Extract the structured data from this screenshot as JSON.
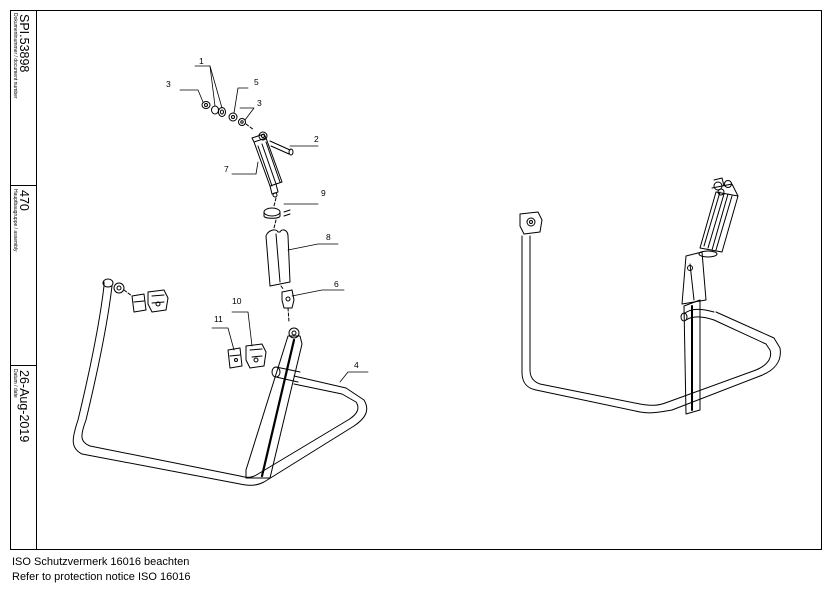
{
  "title_block": {
    "document_number_label": "Dokumentnummer / document number",
    "document_number": "SPI.53898",
    "assembly_label": "Hauptbaugruppe / assembly",
    "assembly": "470",
    "date_label": "Datum / date",
    "date": "26-Aug-2019"
  },
  "callouts": {
    "c1": "1",
    "c2": "2",
    "c3a": "3",
    "c3b": "3",
    "c4": "4",
    "c5": "5",
    "c6": "6",
    "c7": "7",
    "c8": "8",
    "c9": "9",
    "c10": "10",
    "c11": "11"
  },
  "footer": {
    "line1": "ISO Schutzvermerk 16016 beachten",
    "line2": "Refer to protection notice ISO 16016"
  }
}
